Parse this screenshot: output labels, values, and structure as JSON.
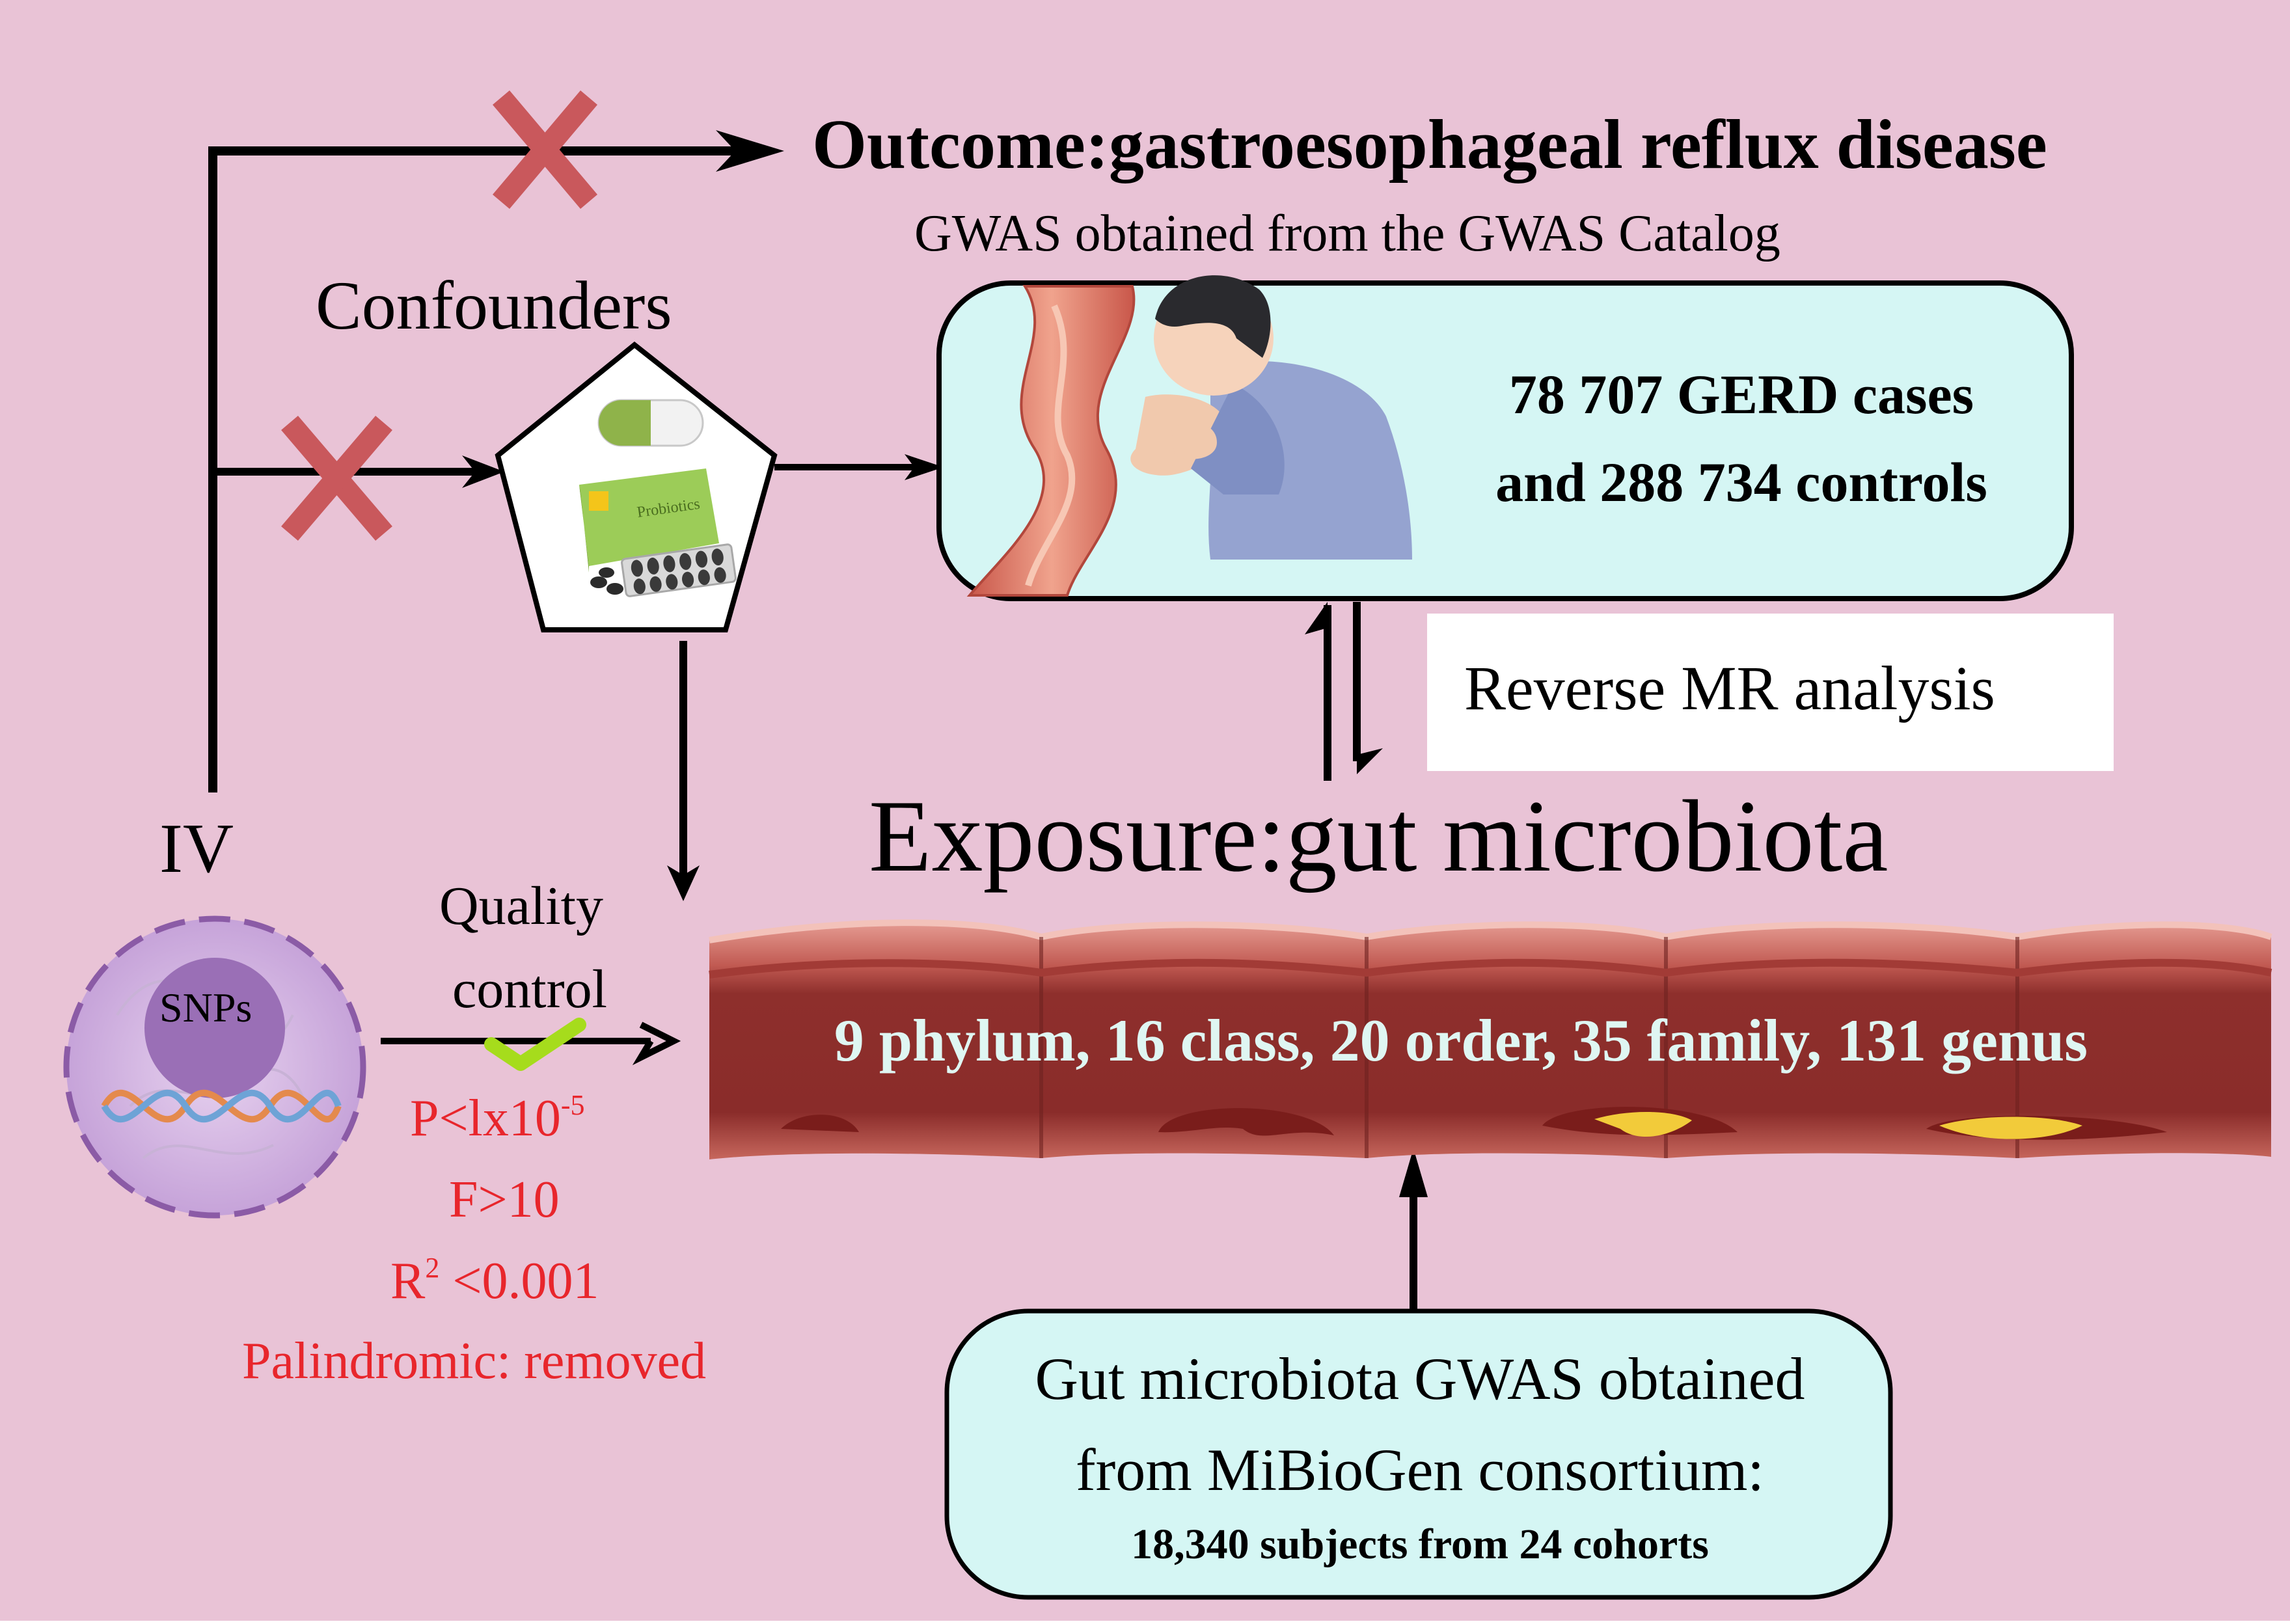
{
  "colors": {
    "background": "#e9c3d6",
    "cross": "#c9585c",
    "qc_text": "#e8262c",
    "check": "#a6dc1c",
    "box_fill": "#d5f6f4",
    "gut_dark": "#8e2f2c",
    "gut_text": "#dff6f2"
  },
  "outcome": {
    "title": "Outcome:gastroesophageal reflux disease",
    "subtitle": "GWAS obtained from the GWAS Catalog",
    "cases": "78 707 GERD cases",
    "controls": "and 288 734 controls"
  },
  "confounders": {
    "label": "Confounders",
    "pill_box_text": "Probiotics"
  },
  "reverse_mr": "Reverse MR  analysis",
  "exposure": {
    "title": "Exposure:gut microbiota",
    "taxa": "9 phylum, 16 class, 20 order, 35 family, 131 genus"
  },
  "iv": {
    "label": "IV",
    "snps": "SNPs"
  },
  "quality_control": {
    "line1": "Quality",
    "line2": "control",
    "p_threshold_base": "P<lx10",
    "p_threshold_exp": "-5",
    "f_stat": "F>10",
    "r2_base": "R",
    "r2_exp": "2",
    "r2_value": " <0.001",
    "palindromic": "Palindromic: removed"
  },
  "source": {
    "line1": "Gut microbiota GWAS obtained",
    "line2": "from MiBioGen consortium:",
    "line3": "18,340 subjects from 24 cohorts"
  }
}
